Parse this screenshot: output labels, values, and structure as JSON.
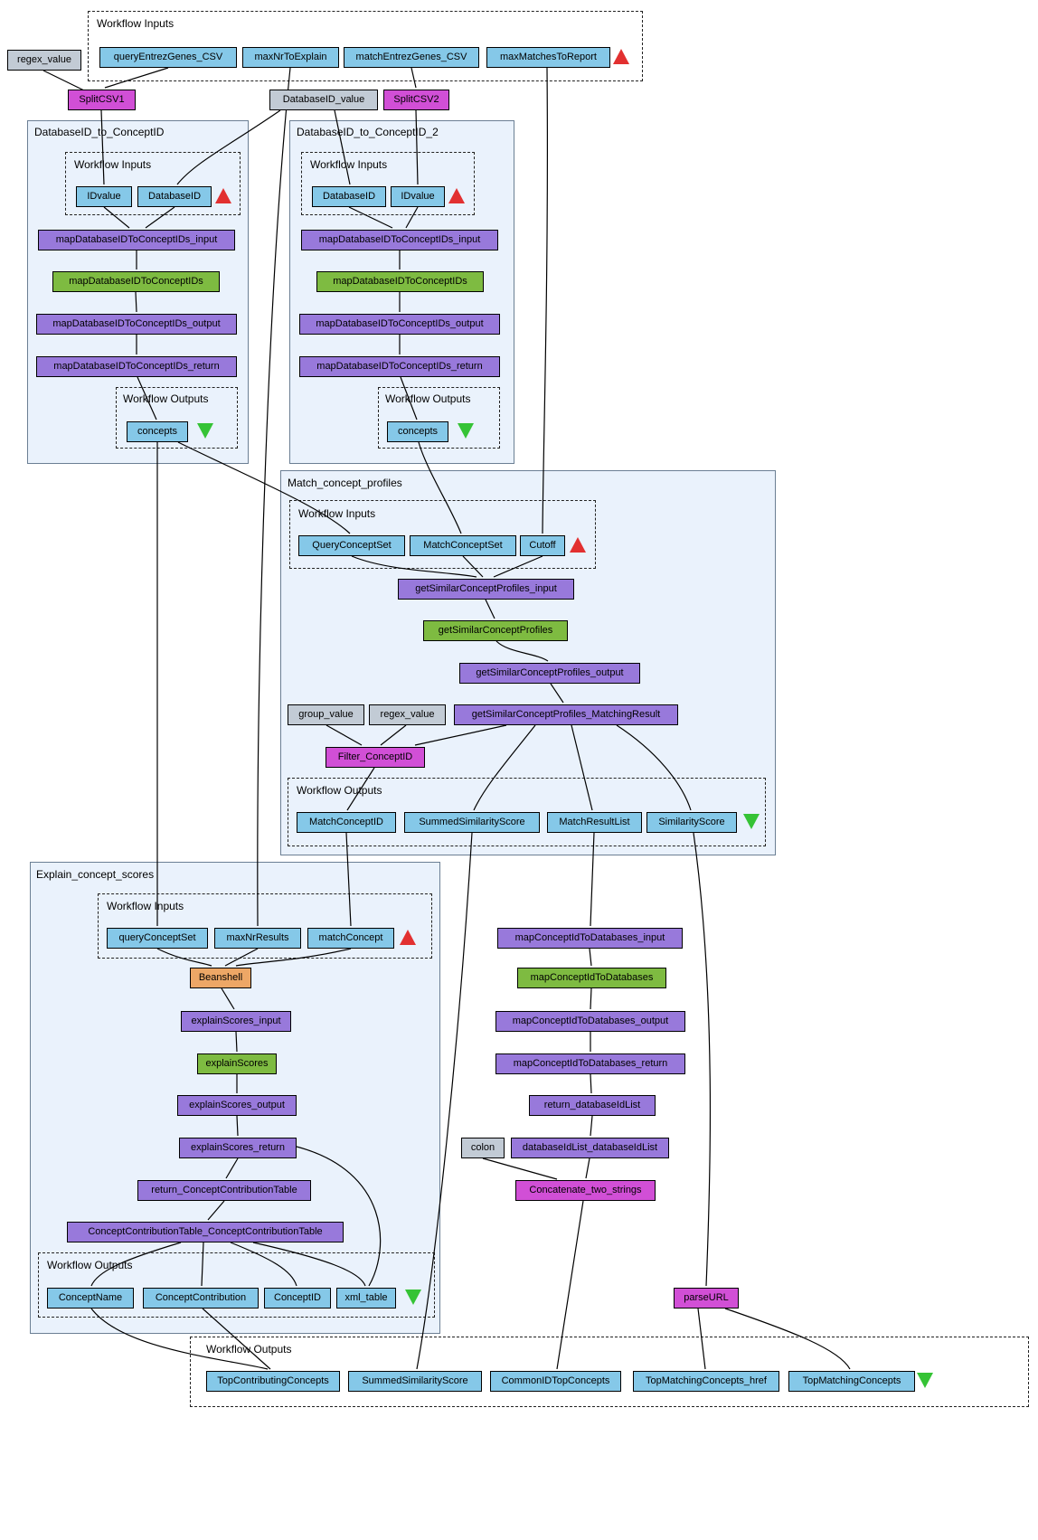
{
  "labels": {
    "workflow_inputs": "Workflow Inputs",
    "workflow_outputs": "Workflow Outputs"
  },
  "colors": {
    "nested_workflow_fill": "#eaf2fc",
    "port_blue": "#85c8e8",
    "service_purple": "#9879db",
    "service_green": "#7ebb41",
    "local_worker_magenta": "#d14fd6",
    "string_constant_gray": "#c2cbd5",
    "beanshell_orange": "#eda766",
    "input_triangle_red": "#e23030",
    "output_triangle_green": "#35c335"
  },
  "top": {
    "regex_value": "regex_value",
    "q_csv": "queryEntrezGenes_CSV",
    "max_nr_to_explain": "maxNrToExplain",
    "match_csv": "matchEntrezGenes_CSV",
    "max_matches": "maxMatchesToReport",
    "splitcsv1": "SplitCSV1",
    "databaseid_value": "DatabaseID_value",
    "splitcsv2": "SplitCSV2"
  },
  "db1": {
    "title": "DatabaseID_to_ConceptID",
    "idvalue": "IDvalue",
    "databaseid": "DatabaseID",
    "map_input": "mapDatabaseIDToConceptIDs_input",
    "map_service": "mapDatabaseIDToConceptIDs",
    "map_output": "mapDatabaseIDToConceptIDs_output",
    "map_return": "mapDatabaseIDToConceptIDs_return",
    "concepts": "concepts"
  },
  "db2": {
    "title": "DatabaseID_to_ConceptID_2",
    "databaseid": "DatabaseID",
    "idvalue": "IDvalue",
    "map_input": "mapDatabaseIDToConceptIDs_input",
    "map_service": "mapDatabaseIDToConceptIDs",
    "map_output": "mapDatabaseIDToConceptIDs_output",
    "map_return": "mapDatabaseIDToConceptIDs_return",
    "concepts": "concepts"
  },
  "match": {
    "title": "Match_concept_profiles",
    "query_concept_set": "QueryConceptSet",
    "match_concept_set": "MatchConceptSet",
    "cutoff": "Cutoff",
    "gscp_input": "getSimilarConceptProfiles_input",
    "gscp_service": "getSimilarConceptProfiles",
    "gscp_output": "getSimilarConceptProfiles_output",
    "group_value": "group_value",
    "regex_value": "regex_value",
    "matching_result": "getSimilarConceptProfiles_MatchingResult",
    "filter_conceptid": "Filter_ConceptID",
    "out_match_concept_id": "MatchConceptID",
    "out_summed_similarity": "SummedSimilarityScore",
    "out_match_result_list": "MatchResultList",
    "out_similarity_score": "SimilarityScore"
  },
  "explain": {
    "title": "Explain_concept_scores",
    "query_concept_set": "queryConceptSet",
    "max_nr_results": "maxNrResults",
    "match_concept": "matchConcept",
    "beanshell": "Beanshell",
    "input": "explainScores_input",
    "service": "explainScores",
    "output": "explainScores_output",
    "return": "explainScores_return",
    "return_table": "return_ConceptContributionTable",
    "table_table": "ConceptContributionTable_ConceptContributionTable",
    "out_concept_name": "ConceptName",
    "out_concept_contribution": "ConceptContribution",
    "out_concept_id": "ConceptID",
    "out_xml_table": "xml_table"
  },
  "right": {
    "map_input": "mapConceptIdToDatabases_input",
    "map_service": "mapConceptIdToDatabases",
    "map_output": "mapConceptIdToDatabases_output",
    "map_return": "mapConceptIdToDatabases_return",
    "return_dbidlist": "return_databaseIdList",
    "colon": "colon",
    "dbidlist": "databaseIdList_databaseIdList",
    "concatenate": "Concatenate_two_strings",
    "parseurl": "parseURL"
  },
  "bottom": {
    "top_contributing": "TopContributingConcepts",
    "summed_similarity": "SummedSimilarityScore",
    "common_id": "CommonIDTopConcepts",
    "top_matching_href": "TopMatchingConcepts_href",
    "top_matching": "TopMatchingConcepts"
  }
}
